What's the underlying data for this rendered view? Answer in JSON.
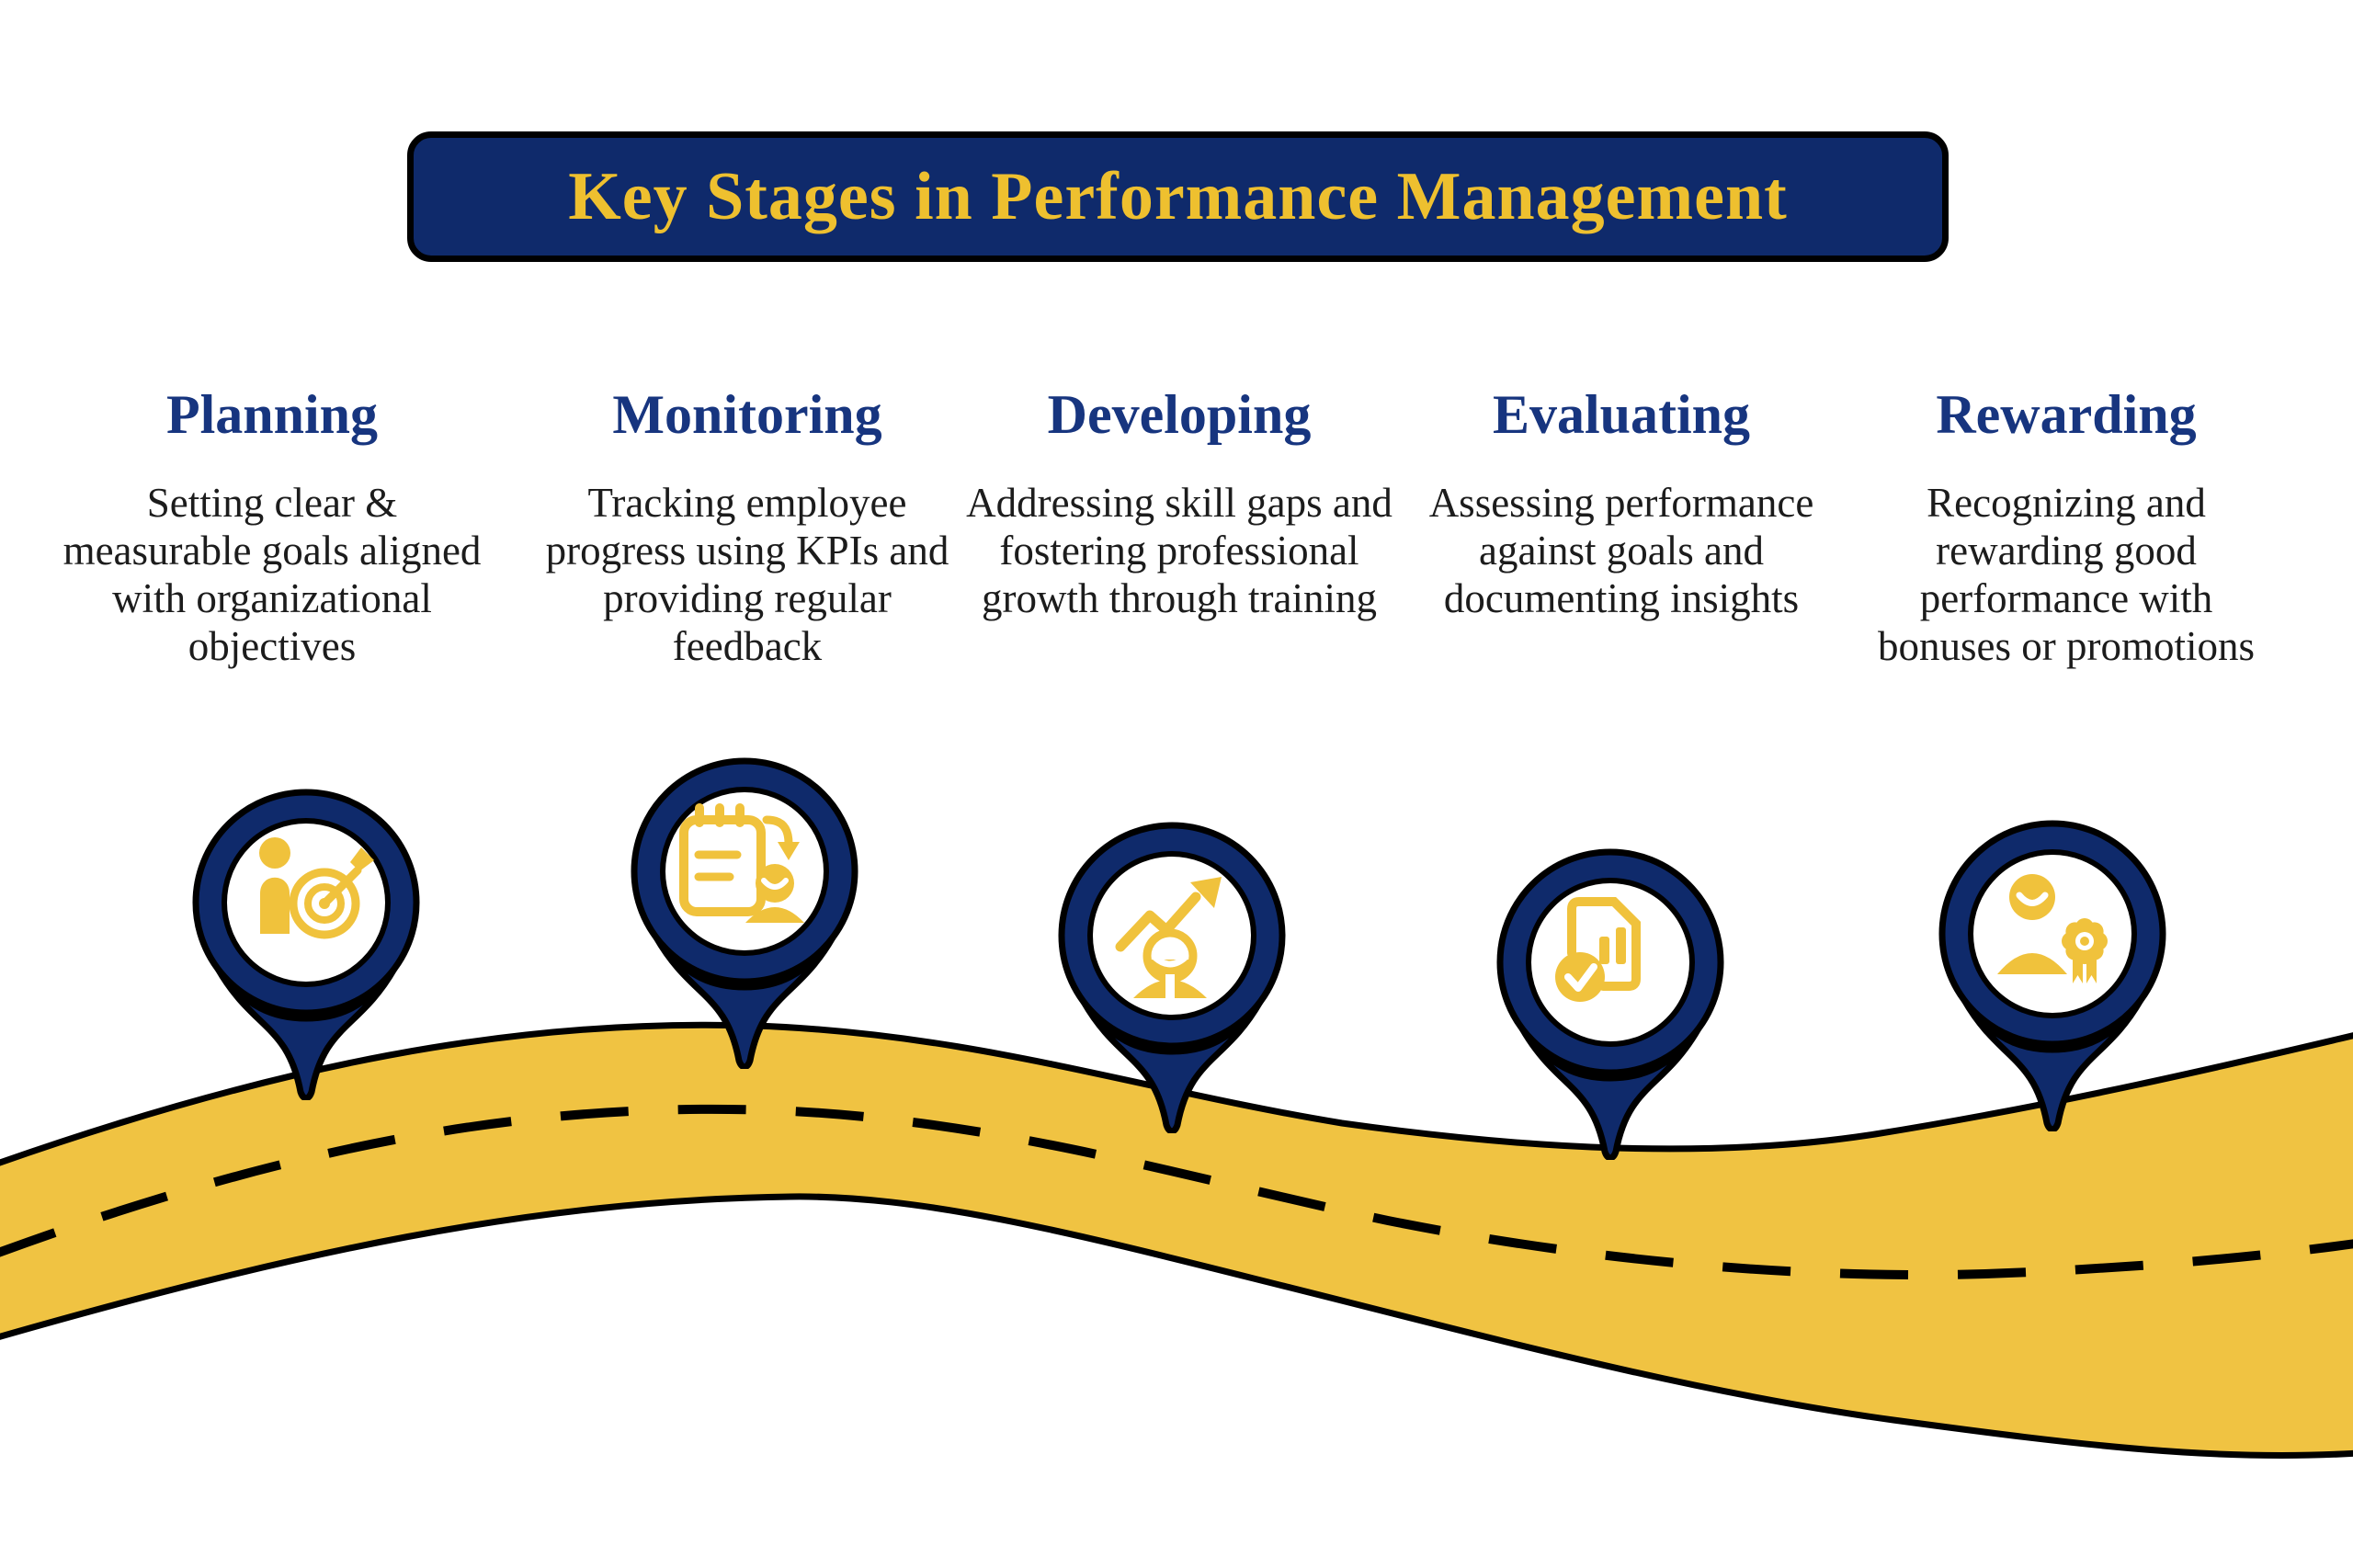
{
  "title": "Key Stages in Performance Management",
  "stages": [
    {
      "name": "Planning",
      "description": "Setting clear & measurable goals aligned with organizational objectives",
      "icon": "person-target-icon"
    },
    {
      "name": "Monitoring",
      "description": "Tracking employee progress using KPIs and providing regular feedback",
      "icon": "clipboard-sync-person-icon"
    },
    {
      "name": "Developing",
      "description": "Addressing skill gaps and fostering professional growth through training",
      "icon": "growth-arrow-person-icon"
    },
    {
      "name": "Evaluating",
      "description": "Assessing performance against goals and documenting insights",
      "icon": "document-chart-check-icon"
    },
    {
      "name": "Rewarding",
      "description": "Recognizing and rewarding good performance with bonuses or promotions",
      "icon": "person-award-badge-icon"
    }
  ],
  "colors": {
    "navy": "#0f2a6b",
    "heading_blue": "#17357f",
    "gold_road": "#f0c342",
    "gold_text": "#eec02f",
    "icon_gold": "#f0c23c",
    "outline_black": "#000000",
    "body_text": "#1c1c1c",
    "background": "#ffffff"
  }
}
